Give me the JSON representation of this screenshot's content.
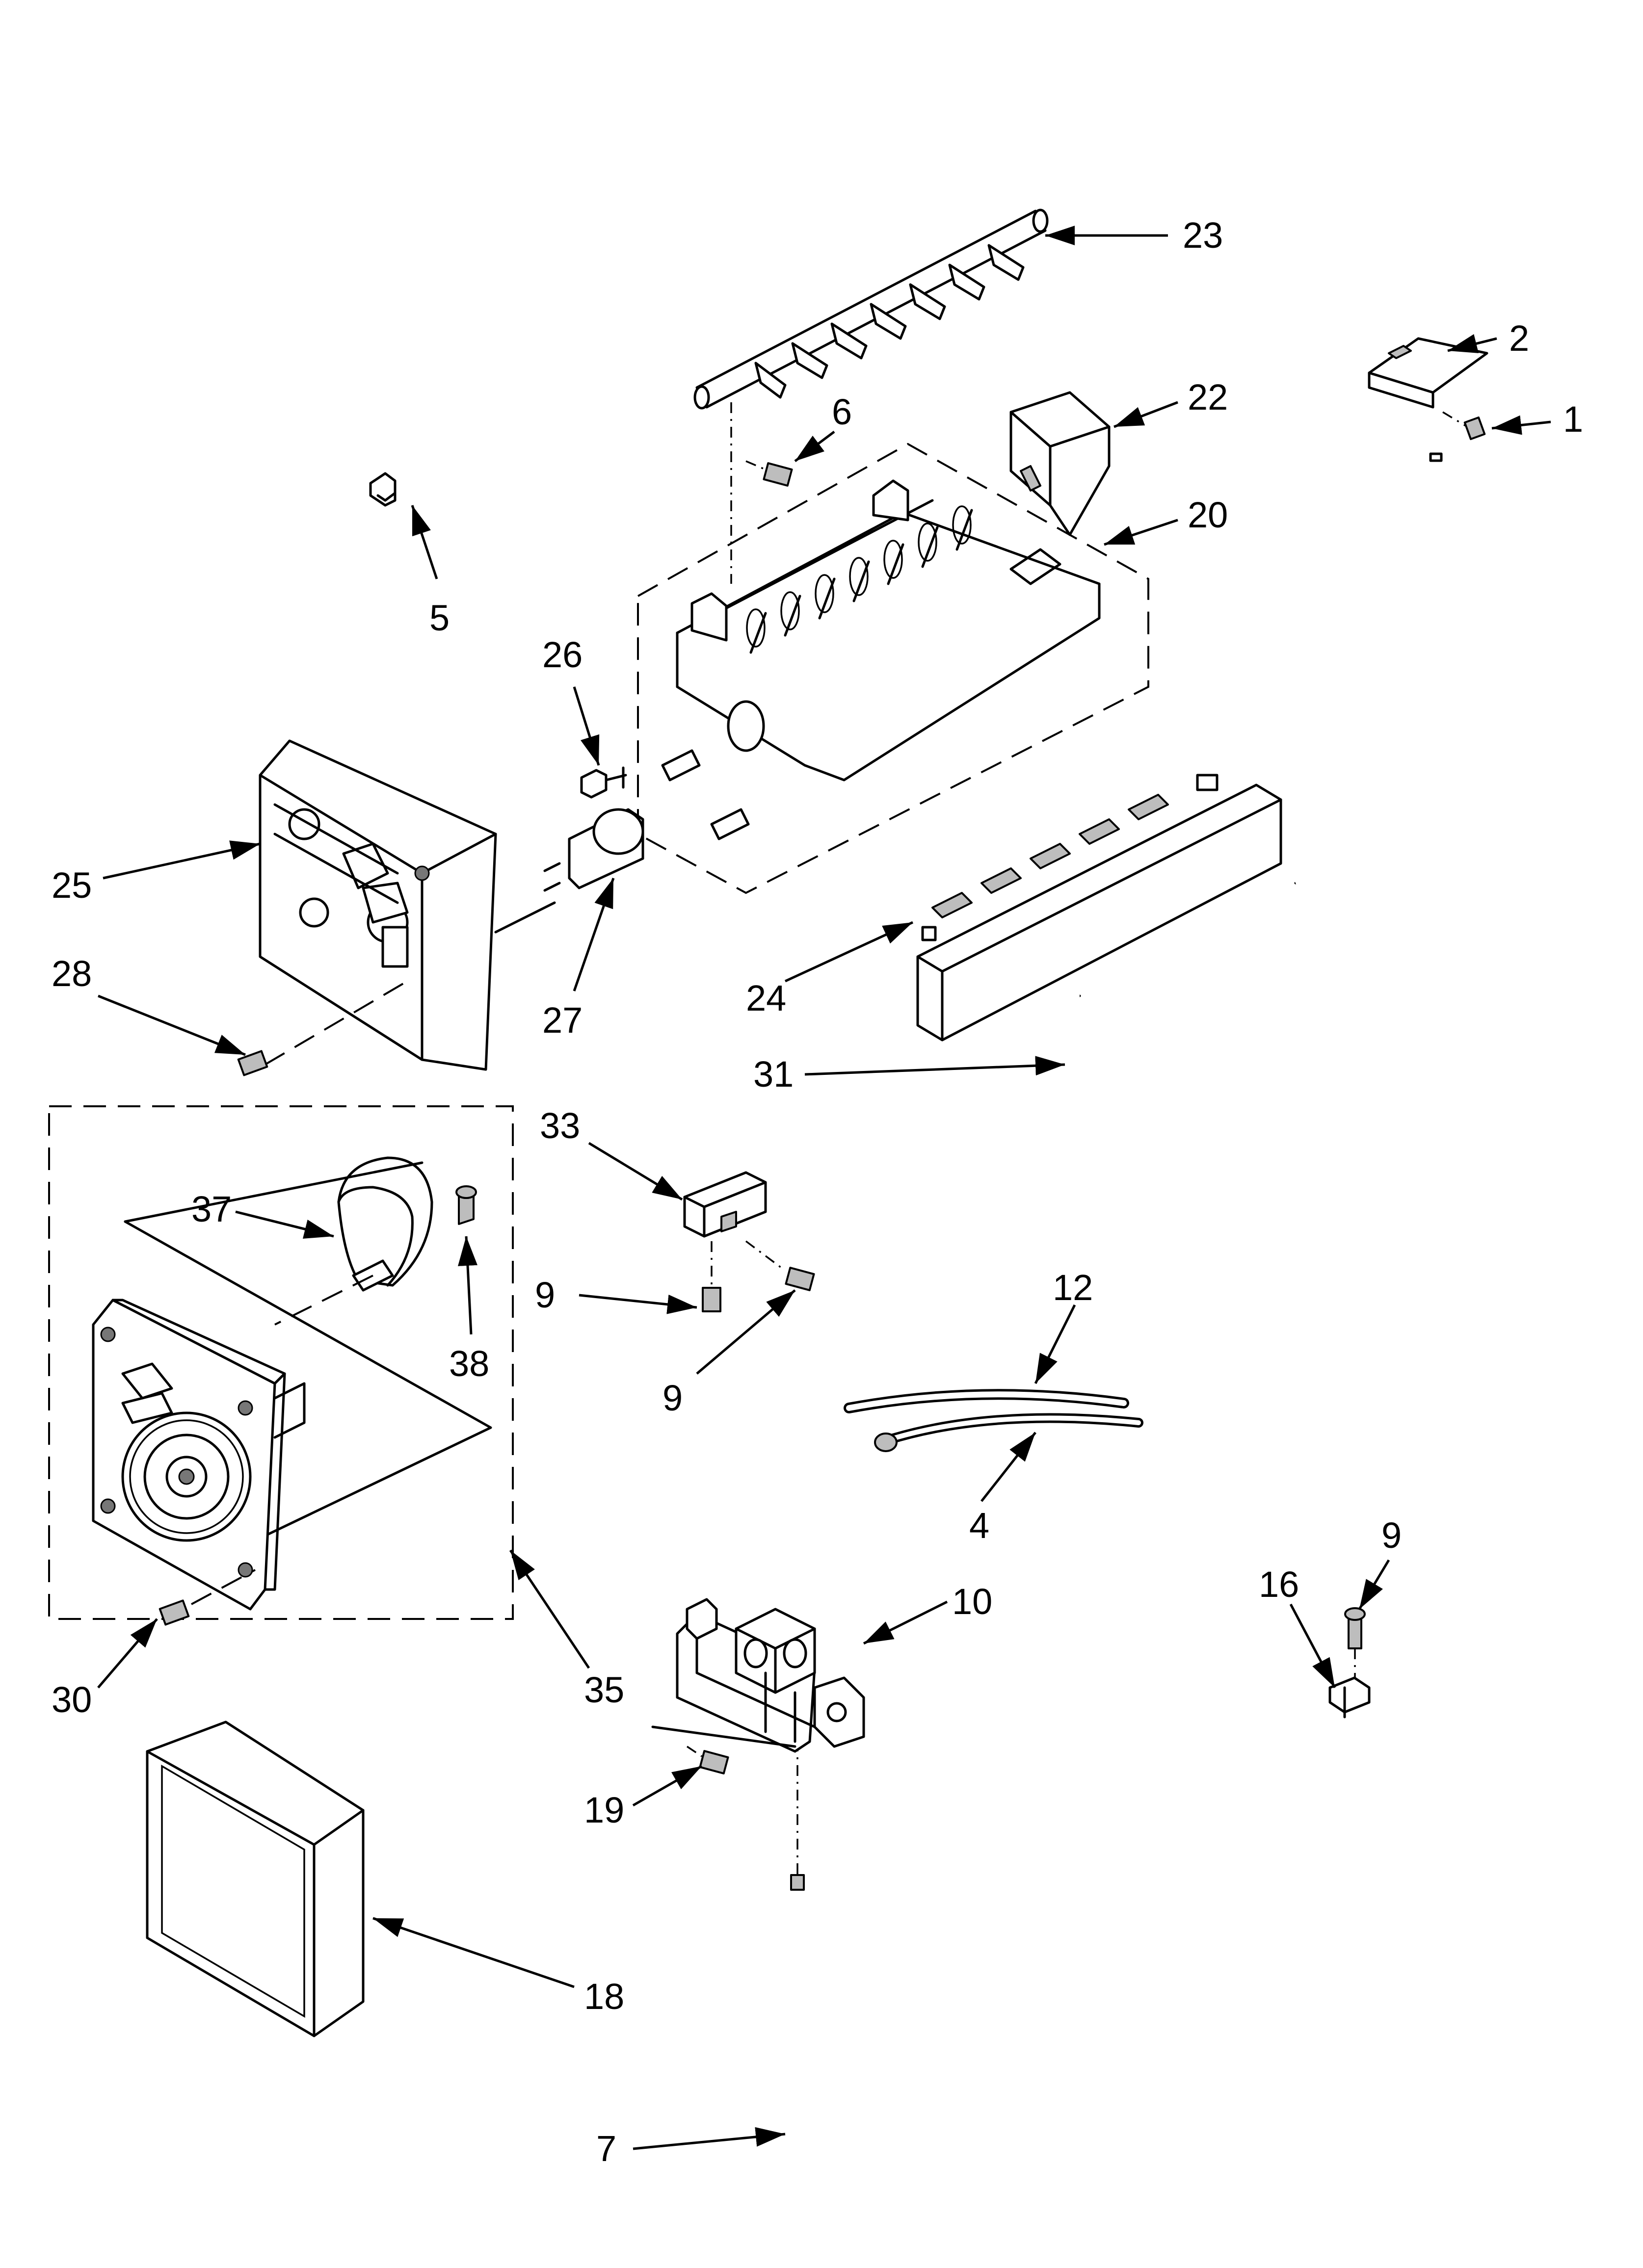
{
  "diagram": {
    "callouts": [
      "1",
      "2",
      "4",
      "5",
      "6",
      "7",
      "9",
      "10",
      "12",
      "16",
      "18",
      "19",
      "20",
      "22",
      "23",
      "24",
      "25",
      "26",
      "27",
      "28",
      "30",
      "31",
      "33",
      "35",
      "37",
      "38"
    ]
  },
  "labels": {
    "p23": "23",
    "p2": "2",
    "p22": "22",
    "p1": "1",
    "p6": "6",
    "p20": "20",
    "p5": "5",
    "p26": "26",
    "p25": "25",
    "p28": "28",
    "p27": "27",
    "p24": "24",
    "p31": "31",
    "p33": "33",
    "p37": "37",
    "p9a": "9",
    "p38": "38",
    "p9b": "9",
    "p12": "12",
    "p4": "4",
    "p9c": "9",
    "p10": "10",
    "p16": "16",
    "p30": "30",
    "p35": "35",
    "p19": "19",
    "p18": "18",
    "p7": "7"
  }
}
